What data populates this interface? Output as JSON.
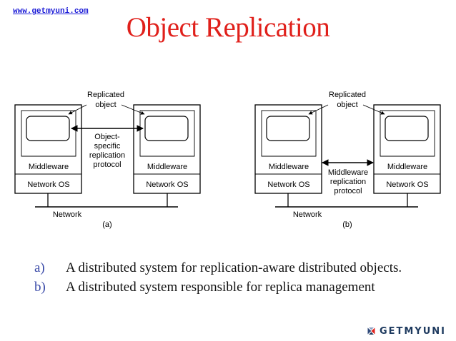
{
  "header": {
    "site_link": "www.getmyuni.com",
    "title": "Object Replication"
  },
  "diagram_a": {
    "replicated_object_label_line1": "Replicated",
    "replicated_object_label_line2": "object",
    "protocol_label_lines": [
      "Object-",
      "specific",
      "replication",
      "protocol"
    ],
    "left_middleware": "Middleware",
    "left_network_os": "Network OS",
    "right_middleware": "Middleware",
    "right_network_os": "Network OS",
    "network_label": "Network",
    "panel_label": "(a)"
  },
  "diagram_b": {
    "replicated_object_label_line1": "Replicated",
    "replicated_object_label_line2": "object",
    "protocol_label_lines": [
      "Middleware",
      "replication",
      "protocol"
    ],
    "left_middleware": "Middleware",
    "left_network_os": "Network OS",
    "right_middleware": "Middleware",
    "right_network_os": "Network OS",
    "network_label": "Network",
    "panel_label": "(b)"
  },
  "captions": [
    {
      "letter": "a)",
      "text": "A distributed system for replication-aware distributed objects."
    },
    {
      "letter": "b)",
      "text": "A distributed system responsible for replica management"
    }
  ],
  "logo": {
    "text": "GETMYUNI",
    "icon": "getmyuni-logo-icon"
  },
  "colors": {
    "title": "#e0201b",
    "link": "#1a1ad6",
    "caption_letters": "#3a4aa8",
    "logo_text": "#1e3a5f",
    "logo_red": "#e0201b",
    "logo_blue": "#2f4a7a"
  }
}
